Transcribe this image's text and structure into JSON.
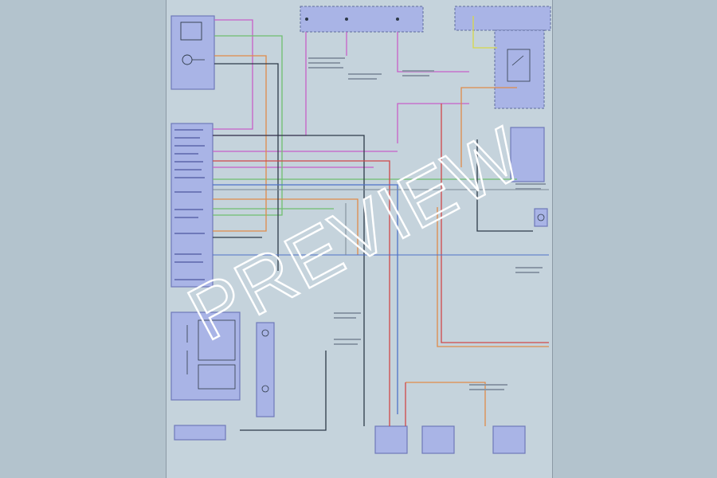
{
  "watermark": {
    "text": "PREVIEW"
  },
  "colors": {
    "background": "#b3c3cd",
    "sheet": "#c5d3dc",
    "component_fill": "#a9b4e6",
    "component_stroke": "#6f79b9",
    "dashed_box": "#5f6c9c",
    "wire_pink": "#c85fc8",
    "wire_green": "#6fbf6f",
    "wire_orange": "#e08a4a",
    "wire_red": "#d04848",
    "wire_dark": "#2e3a48",
    "wire_yellow": "#d8d84a",
    "wire_blue": "#4e72c8",
    "wire_gray": "#7c8894",
    "watermark": "#ffffff"
  },
  "components": [
    {
      "id": "engine-coolant-sensor"
    },
    {
      "id": "powertrain-control-module"
    },
    {
      "id": "cruise-control-switch"
    },
    {
      "id": "clockspring"
    },
    {
      "id": "data-link-connector"
    },
    {
      "id": "fuse-block-top"
    },
    {
      "id": "fuse-block-right"
    },
    {
      "id": "starter-relay"
    },
    {
      "id": "right-module"
    },
    {
      "id": "ground-sensor-right"
    },
    {
      "id": "bottom-sensor-1"
    },
    {
      "id": "bottom-sensor-2"
    },
    {
      "id": "bottom-sensor-3"
    }
  ]
}
